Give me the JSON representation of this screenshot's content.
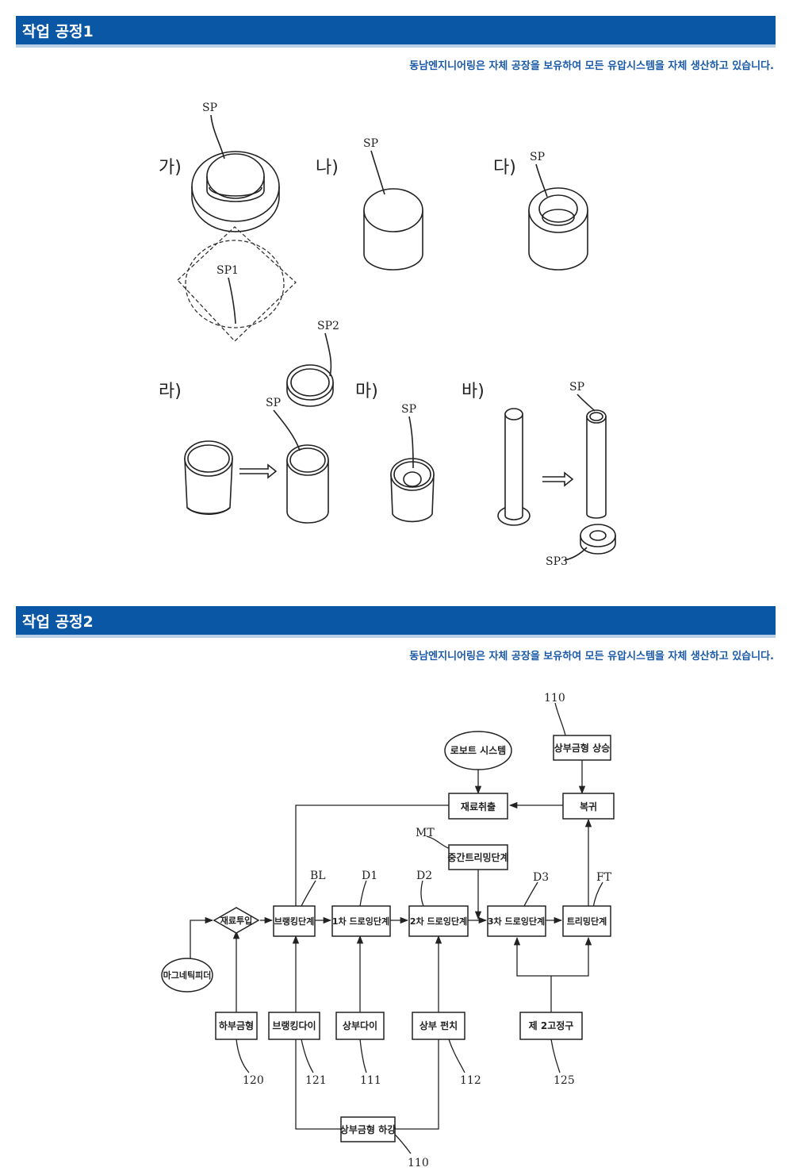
{
  "section1": {
    "title": "작업 공정1",
    "subtitle": "동남엔지니어링은 자체 공장을 보유하여 모든 유압시스템을 자체 생산하고 있습니다.",
    "steps": [
      "가)",
      "나)",
      "다)",
      "라)",
      "마)",
      "바)"
    ],
    "part_labels": {
      "sp": "SP",
      "sp1": "SP1",
      "sp2": "SP2",
      "sp3": "SP3"
    }
  },
  "section2": {
    "title": "작업 공정2",
    "subtitle": "동남엔지니어링은 자체 공장을 보유하여 모든 유압시스템을 자체 생산하고 있습니다.",
    "flow": {
      "robot_system": "로보트 시스템",
      "upper_mold_up": "상부금형 상승",
      "material_extract": "재료취출",
      "return": "복귀",
      "mid_trimming": "중간트리밍단계",
      "material_input": "재료투입",
      "blanking": "브랭킹단계",
      "draw1": "1차 드로잉단계",
      "draw2": "2차 드로잉단계",
      "draw3": "3차 드로잉단계",
      "trimming": "트리밍단계",
      "magnetic_feeder": "마그네틱피더",
      "lower_mold": "하부금형",
      "blanking_die": "브랭킹다이",
      "upper_die": "상부다이",
      "upper_punch": "상부 펀치",
      "fixture2": "제 2고정구",
      "upper_mold_down": "상부금형 하강"
    },
    "labels": {
      "n110_top": "110",
      "mt": "MT",
      "bl": "BL",
      "d1": "D1",
      "d2": "D2",
      "d3": "D3",
      "ft": "FT",
      "n120": "120",
      "n121": "121",
      "n111": "111",
      "n112": "112",
      "n125": "125",
      "n110_bottom": "110"
    }
  }
}
